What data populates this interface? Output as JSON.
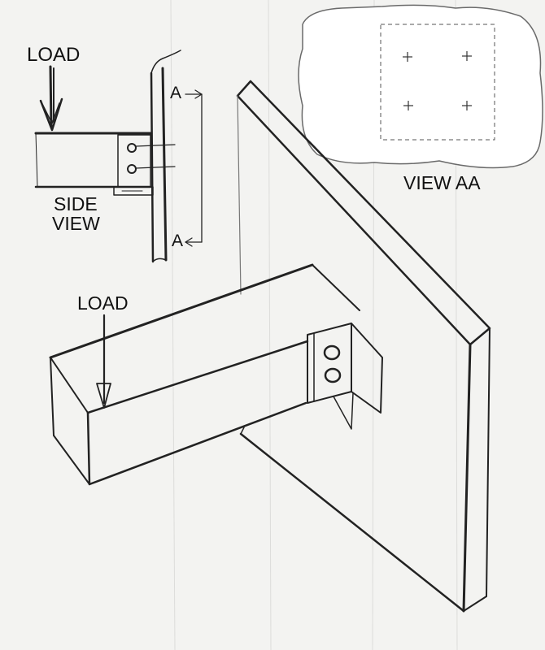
{
  "labels": {
    "load_side": "LOAD",
    "side_view_1": "SIDE",
    "side_view_2": "VIEW",
    "section_a_top": "A",
    "section_a_bottom": "A",
    "view_aa": "VIEW AA",
    "load_iso": "LOAD"
  },
  "colors": {
    "paper": "#f3f3f1",
    "ink": "#222222",
    "note_paper": "#ffffff"
  }
}
